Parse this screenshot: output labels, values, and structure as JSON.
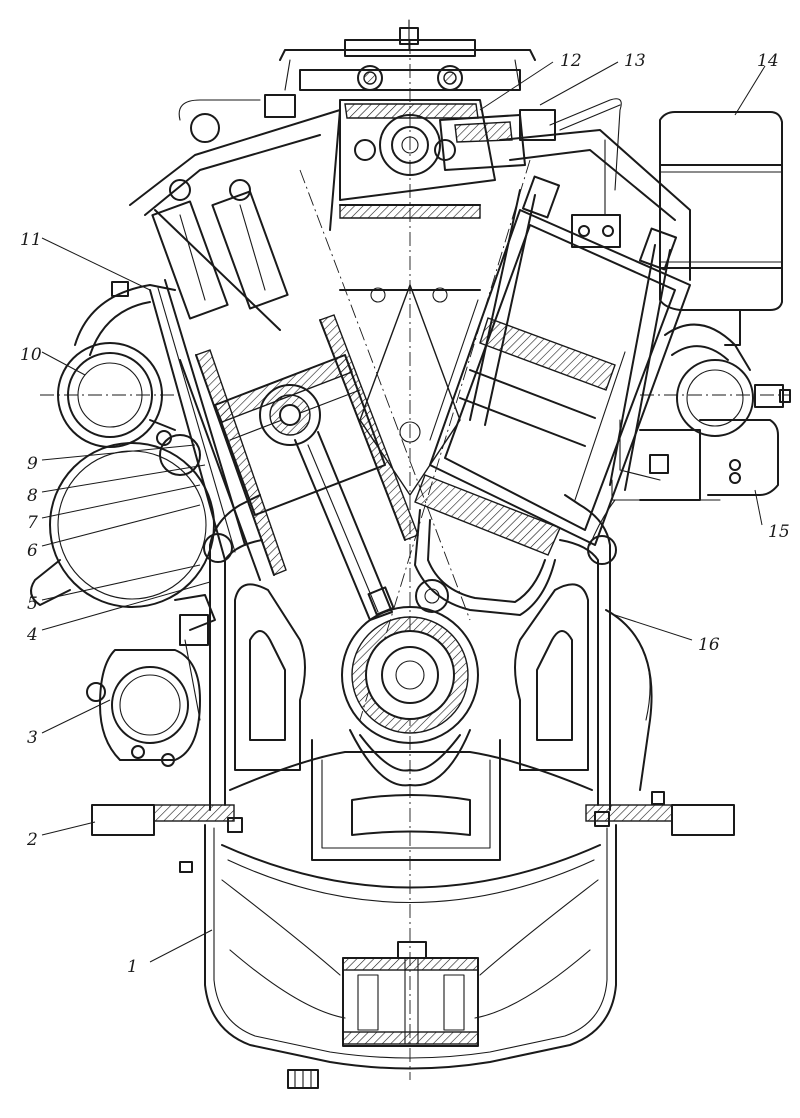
{
  "figure": {
    "callouts": [
      {
        "id": "c1",
        "text": "1"
      },
      {
        "id": "c2",
        "text": "2"
      },
      {
        "id": "c3",
        "text": "3"
      },
      {
        "id": "c4",
        "text": "4"
      },
      {
        "id": "c5",
        "text": "5"
      },
      {
        "id": "c6",
        "text": "6"
      },
      {
        "id": "c7",
        "text": "7"
      },
      {
        "id": "c8",
        "text": "8"
      },
      {
        "id": "c9",
        "text": "9"
      },
      {
        "id": "c10",
        "text": "10"
      },
      {
        "id": "c11",
        "text": "11"
      },
      {
        "id": "c12",
        "text": "12"
      },
      {
        "id": "c13",
        "text": "13"
      },
      {
        "id": "c14",
        "text": "14"
      },
      {
        "id": "c15",
        "text": "15"
      },
      {
        "id": "c16",
        "text": "16"
      }
    ]
  }
}
